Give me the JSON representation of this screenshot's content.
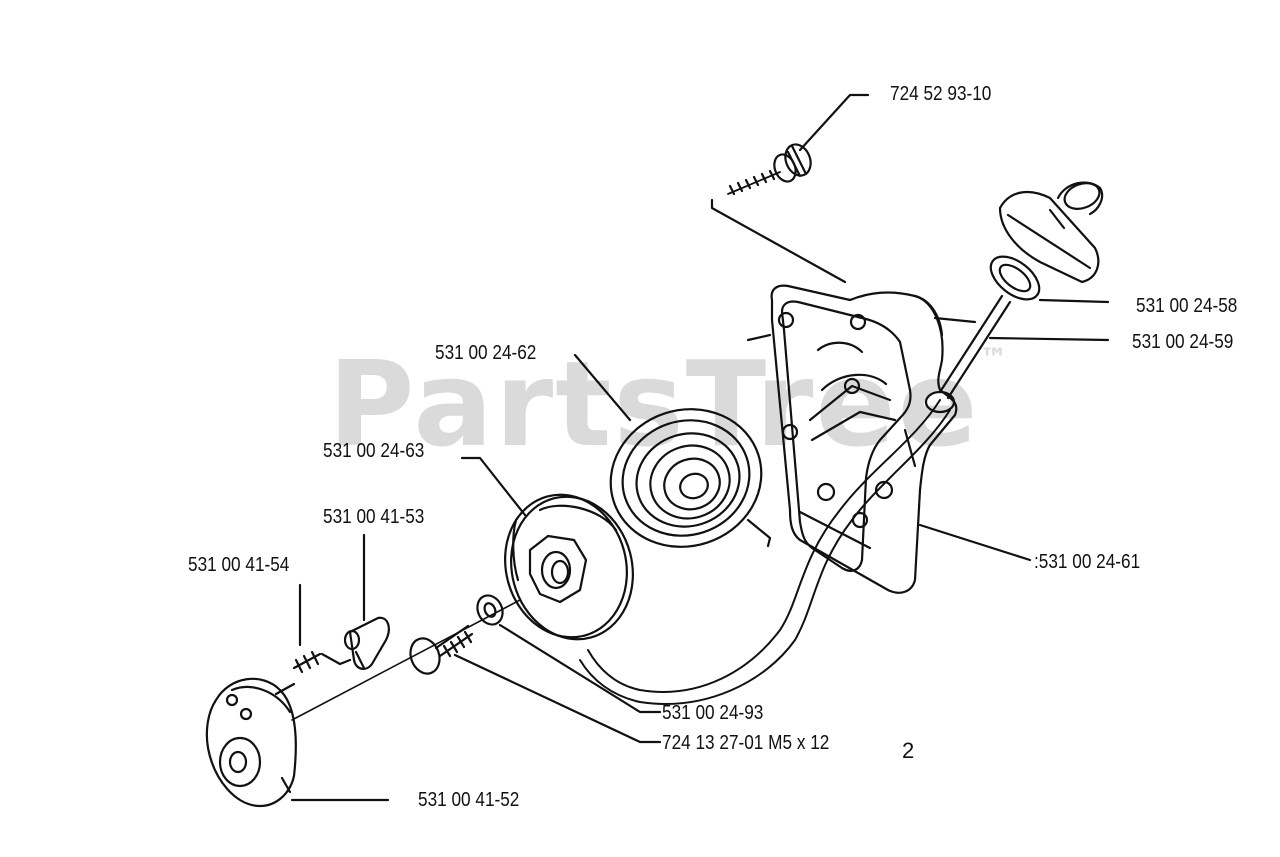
{
  "watermark": {
    "text": "PartsTree",
    "trademark": "™",
    "color": "#bdbdbd"
  },
  "colors": {
    "ink": "#111111",
    "background": "#ffffff"
  },
  "page_number": "2",
  "parts": [
    {
      "id": "screw-top",
      "part_number": "724 52 93-10"
    },
    {
      "id": "handle",
      "part_number": "531 00 24-58"
    },
    {
      "id": "starter-rope",
      "part_number": "531 00 24-59"
    },
    {
      "id": "recoil-spring",
      "part_number": "531 00 24-62"
    },
    {
      "id": "rope-pulley",
      "part_number": "531 00 24-63"
    },
    {
      "id": "starter-housing",
      "part_number": "531 00 24-61"
    },
    {
      "id": "pawl",
      "part_number": "531 00 41-53"
    },
    {
      "id": "pawl-spring",
      "part_number": "531 00 41-54"
    },
    {
      "id": "washer",
      "part_number": "531 00 24-93"
    },
    {
      "id": "center-screw",
      "part_number": "724 13 27-01 M5 x 12"
    },
    {
      "id": "starter-cup",
      "part_number": "531 00 41-52"
    },
    {
      "id": "housing-alt",
      "part_number": "531 00 24-61",
      "prefix_mark": ":"
    }
  ]
}
